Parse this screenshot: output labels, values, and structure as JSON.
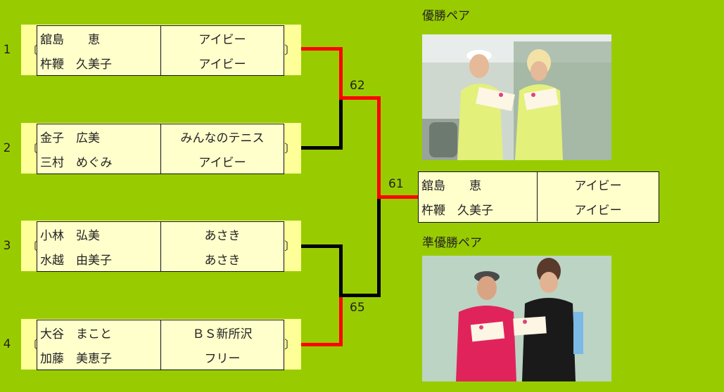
{
  "entries": [
    {
      "seed": "1",
      "player1": "舘島　　恵",
      "player2": "杵鞭　久美子",
      "club1": "アイビー",
      "club2": "アイビー"
    },
    {
      "seed": "2",
      "player1": "金子　広美",
      "player2": "三村　めぐみ",
      "club1": "みんなのテニス",
      "club2": "アイビー"
    },
    {
      "seed": "3",
      "player1": "小林　弘美",
      "player2": "水越　由美子",
      "club1": "あさき",
      "club2": "あさき"
    },
    {
      "seed": "4",
      "player1": "大谷　まこと",
      "player2": "加藤　美恵子",
      "club1": "ＢＳ新所沢",
      "club2": "フリー"
    }
  ],
  "scores": {
    "semi1": "62",
    "semi2": "65",
    "final": "61"
  },
  "winner": {
    "player1": "舘島　　恵",
    "player2": "杵鞭　久美子",
    "club1": "アイビー",
    "club2": "アイビー"
  },
  "captions": {
    "champion": "優勝ペア",
    "runner_up": "準優勝ペア"
  },
  "colors": {
    "background": "#99cc00",
    "win_line": "#ff0000",
    "lose_line": "#000000",
    "cell": "#ffffcc"
  }
}
